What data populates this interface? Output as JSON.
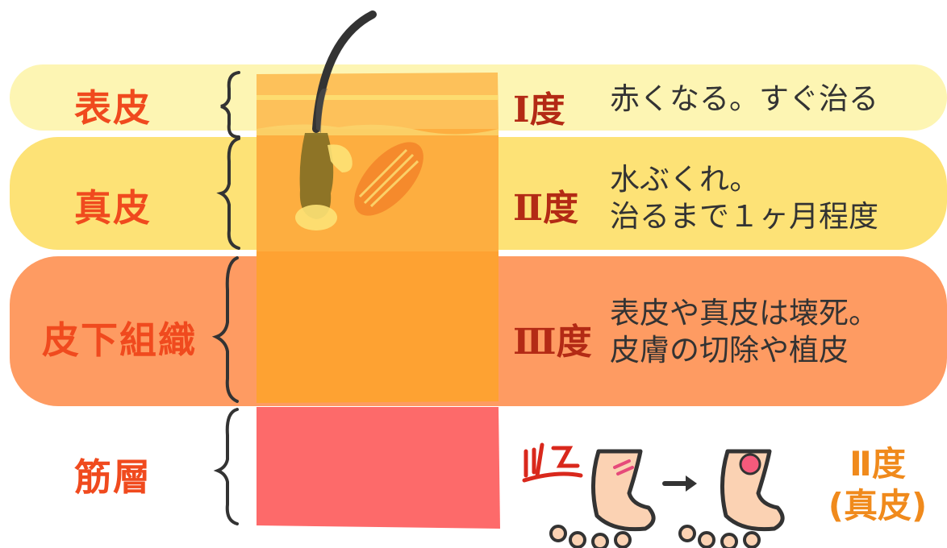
{
  "layers": {
    "epidermis": "表皮",
    "dermis": "真皮",
    "subcutaneous": "皮下組織",
    "muscle": "筋層"
  },
  "degrees": [
    {
      "label": "Ⅰ度",
      "lines": [
        "赤くなる。すぐ治る"
      ]
    },
    {
      "label": "Ⅱ度",
      "lines": [
        "水ぶくれ。",
        "治るまで１ヶ月程度"
      ]
    },
    {
      "label": "Ⅲ度",
      "lines": [
        "表皮や真皮は壊死。",
        "皮膚の切除や植皮"
      ]
    }
  ],
  "illustration": {
    "sound_effect": "ジュ",
    "result_label_line1": "Ⅱ度",
    "result_label_line2": "(真皮)"
  },
  "colors": {
    "epidermis_band": "#fdf5b3",
    "dermis_band": "#fde276",
    "subcutaneous_band": "#fe9b62",
    "muscle_block": "#fd6a6a",
    "label_red": "#f04a1e",
    "degree_dark_red": "#b32a15"
  },
  "icons": [
    "hair-icon",
    "sweat-gland-icon",
    "muscle-fiber-icon",
    "brace-icon",
    "leg-burn-icon",
    "leg-blister-icon",
    "arrow-right-icon"
  ]
}
